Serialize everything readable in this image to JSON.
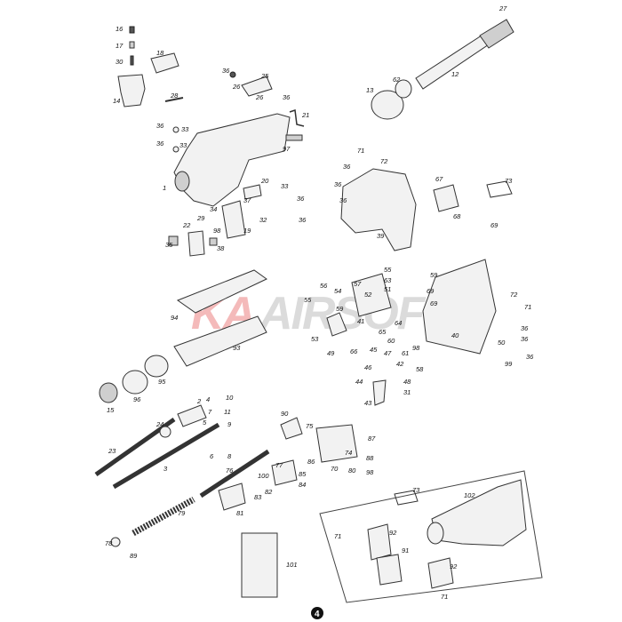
{
  "watermark": {
    "prefix": "KA",
    "suffix": "AIRSOFT"
  },
  "page_number": "4",
  "callouts": [
    {
      "id": "c-16",
      "text": "16"
    },
    {
      "id": "c-17",
      "text": "17"
    },
    {
      "id": "c-30",
      "text": "30"
    },
    {
      "id": "c-18",
      "text": "18"
    },
    {
      "id": "c-14",
      "text": "14"
    },
    {
      "id": "c-28",
      "text": "28"
    },
    {
      "id": "c-36a",
      "text": "36"
    },
    {
      "id": "c-26a",
      "text": "26"
    },
    {
      "id": "c-25",
      "text": "25"
    },
    {
      "id": "c-26b",
      "text": "26"
    },
    {
      "id": "c-36b",
      "text": "36"
    },
    {
      "id": "c-21",
      "text": "21"
    },
    {
      "id": "c-36c",
      "text": "36"
    },
    {
      "id": "c-33a",
      "text": "33"
    },
    {
      "id": "c-36d",
      "text": "36"
    },
    {
      "id": "c-33b",
      "text": "33"
    },
    {
      "id": "c-97",
      "text": "97"
    },
    {
      "id": "c-1",
      "text": "1"
    },
    {
      "id": "c-20",
      "text": "20"
    },
    {
      "id": "c-33c",
      "text": "33"
    },
    {
      "id": "c-37",
      "text": "37"
    },
    {
      "id": "c-36e",
      "text": "36"
    },
    {
      "id": "c-32",
      "text": "32"
    },
    {
      "id": "c-36f",
      "text": "36"
    },
    {
      "id": "c-34",
      "text": "34"
    },
    {
      "id": "c-29",
      "text": "29"
    },
    {
      "id": "c-22",
      "text": "22"
    },
    {
      "id": "c-98a",
      "text": "98"
    },
    {
      "id": "c-19",
      "text": "19"
    },
    {
      "id": "c-35",
      "text": "35"
    },
    {
      "id": "c-38",
      "text": "38"
    },
    {
      "id": "c-27",
      "text": "27"
    },
    {
      "id": "c-62",
      "text": "62"
    },
    {
      "id": "c-13",
      "text": "13"
    },
    {
      "id": "c-12",
      "text": "12"
    },
    {
      "id": "c-71a",
      "text": "71"
    },
    {
      "id": "c-36g",
      "text": "36"
    },
    {
      "id": "c-72a",
      "text": "72"
    },
    {
      "id": "c-36h",
      "text": "36"
    },
    {
      "id": "c-36i",
      "text": "36"
    },
    {
      "id": "c-39",
      "text": "39"
    },
    {
      "id": "c-67",
      "text": "67"
    },
    {
      "id": "c-73a",
      "text": "73"
    },
    {
      "id": "c-68",
      "text": "68"
    },
    {
      "id": "c-69a",
      "text": "69"
    },
    {
      "id": "c-56",
      "text": "56"
    },
    {
      "id": "c-55a",
      "text": "55"
    },
    {
      "id": "c-57",
      "text": "57"
    },
    {
      "id": "c-55b",
      "text": "55"
    },
    {
      "id": "c-63",
      "text": "63"
    },
    {
      "id": "c-51",
      "text": "51"
    },
    {
      "id": "c-54",
      "text": "54"
    },
    {
      "id": "c-52",
      "text": "52"
    },
    {
      "id": "c-59a",
      "text": "59"
    },
    {
      "id": "c-41",
      "text": "41"
    },
    {
      "id": "c-64",
      "text": "64"
    },
    {
      "id": "c-65",
      "text": "65"
    },
    {
      "id": "c-60",
      "text": "60"
    },
    {
      "id": "c-53",
      "text": "53"
    },
    {
      "id": "c-49",
      "text": "49"
    },
    {
      "id": "c-66",
      "text": "66"
    },
    {
      "id": "c-45",
      "text": "45"
    },
    {
      "id": "c-47",
      "text": "47"
    },
    {
      "id": "c-61",
      "text": "61"
    },
    {
      "id": "c-98b",
      "text": "98"
    },
    {
      "id": "c-46",
      "text": "46"
    },
    {
      "id": "c-42",
      "text": "42"
    },
    {
      "id": "c-58",
      "text": "58"
    },
    {
      "id": "c-48",
      "text": "48"
    },
    {
      "id": "c-44",
      "text": "44"
    },
    {
      "id": "c-31",
      "text": "31"
    },
    {
      "id": "c-43",
      "text": "43"
    },
    {
      "id": "c-59b",
      "text": "59"
    },
    {
      "id": "c-69b",
      "text": "69"
    },
    {
      "id": "c-69c",
      "text": "69"
    },
    {
      "id": "c-40",
      "text": "40"
    },
    {
      "id": "c-72b",
      "text": "72"
    },
    {
      "id": "c-71b",
      "text": "71"
    },
    {
      "id": "c-36j",
      "text": "36"
    },
    {
      "id": "c-50",
      "text": "50"
    },
    {
      "id": "c-36k",
      "text": "36"
    },
    {
      "id": "c-99",
      "text": "99"
    },
    {
      "id": "c-36l",
      "text": "36"
    },
    {
      "id": "c-94",
      "text": "94"
    },
    {
      "id": "c-93",
      "text": "93"
    },
    {
      "id": "c-95",
      "text": "95"
    },
    {
      "id": "c-96",
      "text": "96"
    },
    {
      "id": "c-15",
      "text": "15"
    },
    {
      "id": "c-2",
      "text": "2"
    },
    {
      "id": "c-4",
      "text": "4"
    },
    {
      "id": "c-10",
      "text": "10"
    },
    {
      "id": "c-7",
      "text": "7"
    },
    {
      "id": "c-11",
      "text": "11"
    },
    {
      "id": "c-24",
      "text": "24"
    },
    {
      "id": "c-5",
      "text": "5"
    },
    {
      "id": "c-9",
      "text": "9"
    },
    {
      "id": "c-6",
      "text": "6"
    },
    {
      "id": "c-8",
      "text": "8"
    },
    {
      "id": "c-23",
      "text": "23"
    },
    {
      "id": "c-3",
      "text": "3"
    },
    {
      "id": "c-90",
      "text": "90"
    },
    {
      "id": "c-75",
      "text": "75"
    },
    {
      "id": "c-87",
      "text": "87"
    },
    {
      "id": "c-76",
      "text": "76"
    },
    {
      "id": "c-77",
      "text": "77"
    },
    {
      "id": "c-86",
      "text": "86"
    },
    {
      "id": "c-74",
      "text": "74"
    },
    {
      "id": "c-88",
      "text": "88"
    },
    {
      "id": "c-100",
      "text": "100"
    },
    {
      "id": "c-85",
      "text": "85"
    },
    {
      "id": "c-70",
      "text": "70"
    },
    {
      "id": "c-80",
      "text": "80"
    },
    {
      "id": "c-98c",
      "text": "98"
    },
    {
      "id": "c-82",
      "text": "82"
    },
    {
      "id": "c-84",
      "text": "84"
    },
    {
      "id": "c-83",
      "text": "83"
    },
    {
      "id": "c-81",
      "text": "81"
    },
    {
      "id": "c-79",
      "text": "79"
    },
    {
      "id": "c-78",
      "text": "78"
    },
    {
      "id": "c-89",
      "text": "89"
    },
    {
      "id": "c-101",
      "text": "101"
    },
    {
      "id": "c-73b",
      "text": "73"
    },
    {
      "id": "c-102",
      "text": "102"
    },
    {
      "id": "c-71c",
      "text": "71"
    },
    {
      "id": "c-92a",
      "text": "92"
    },
    {
      "id": "c-91",
      "text": "91"
    },
    {
      "id": "c-92b",
      "text": "92"
    },
    {
      "id": "c-71d",
      "text": "71"
    }
  ]
}
